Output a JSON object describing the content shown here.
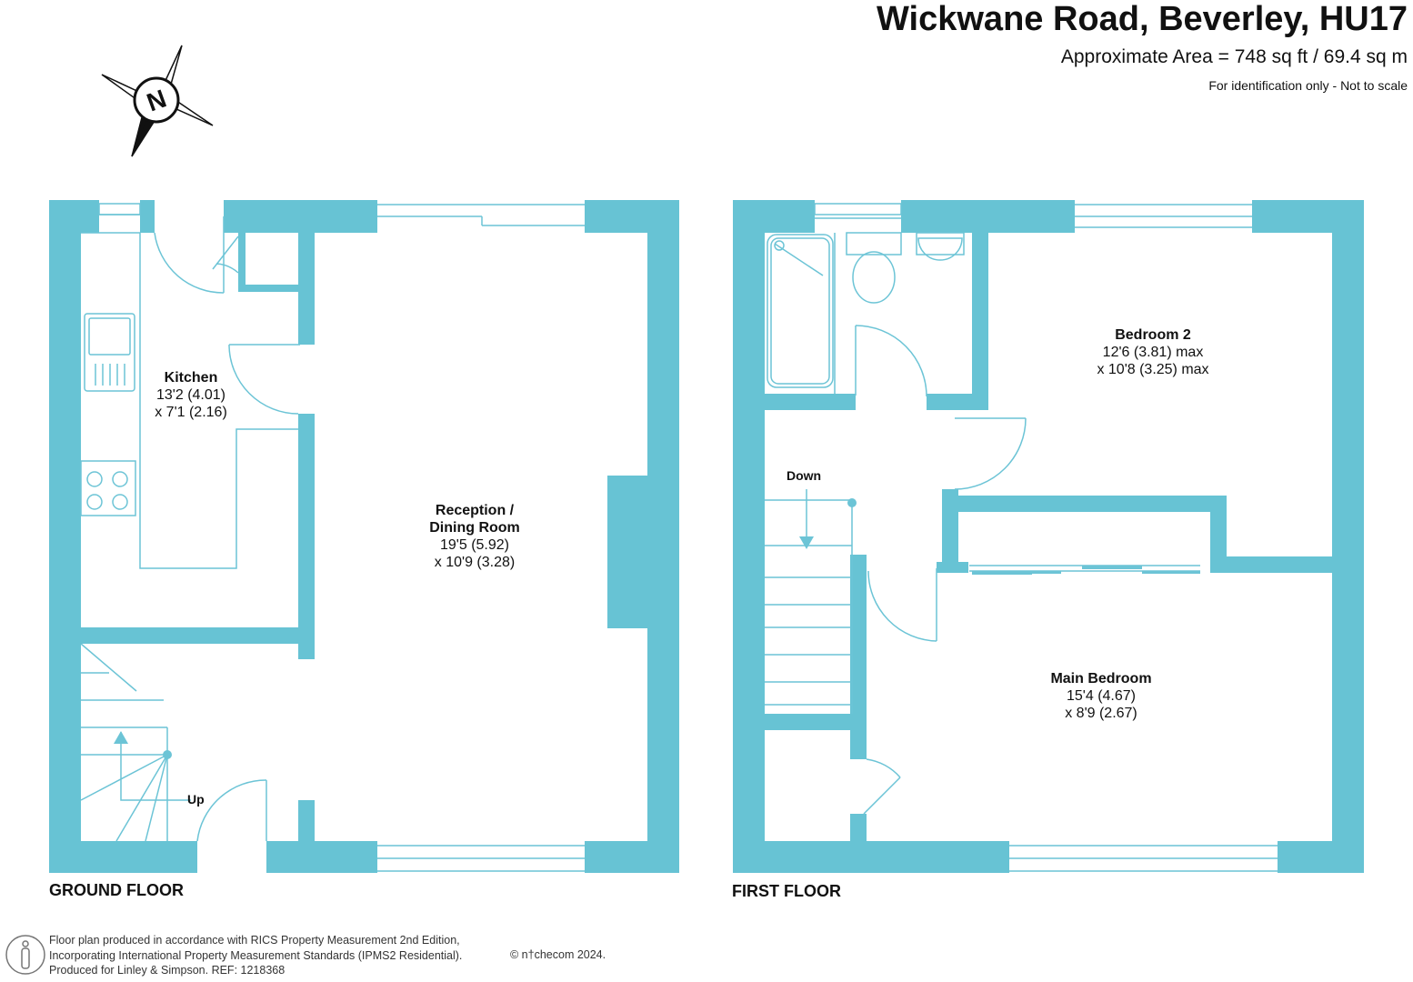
{
  "header": {
    "title": "Wickwane Road, Beverley, HU17",
    "area": "Approximate Area = 748 sq ft / 69.4 sq m",
    "note": "For identification only - Not to scale"
  },
  "compass": {
    "letter": "N",
    "icon": "compass-icon"
  },
  "ground_floor": {
    "label": "GROUND FLOOR",
    "rooms": [
      {
        "name": "Kitchen",
        "dims": [
          "13'2 (4.01)",
          "x 7'1 (2.16)"
        ]
      },
      {
        "name": "Reception / Dining Room",
        "name_lines": [
          "Reception /",
          "Dining Room"
        ],
        "dims": [
          "19'5 (5.92)",
          "x 10'9 (3.28)"
        ]
      }
    ],
    "stairs_label": "Up"
  },
  "first_floor": {
    "label": "FIRST FLOOR",
    "rooms": [
      {
        "name": "Bedroom 2",
        "dims": [
          "12'6 (3.81) max",
          "x 10'8 (3.25) max"
        ]
      },
      {
        "name": "Main Bedroom",
        "dims": [
          "15'4 (4.67)",
          "x 8'9 (2.67)"
        ]
      }
    ],
    "stairs_label": "Down"
  },
  "footer": {
    "lines": [
      "Floor plan produced in accordance with RICS Property Measurement 2nd Edition,",
      "Incorporating International Property Measurement Standards (IPMS2 Residential).",
      "Produced for Linley & Simpson.   REF:  1218368"
    ],
    "copyright": "© n†checom 2024."
  },
  "colors": {
    "wall": "#67c3d4",
    "line": "#6cc4d6",
    "text": "#111111"
  }
}
